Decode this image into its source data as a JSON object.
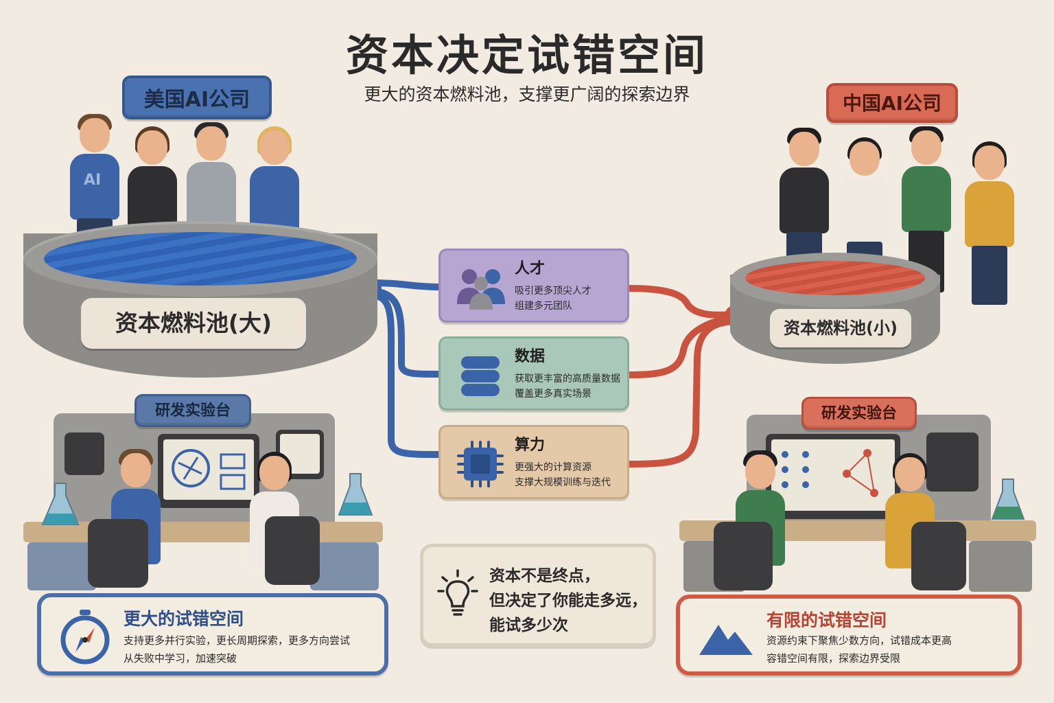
{
  "header": {
    "title": "资本决定试错空间",
    "subtitle": "更大的资本燃料池，支撑更广阔的探索边界"
  },
  "us": {
    "label": "美国AI公司",
    "pool_label": "资本燃料池(大)",
    "shirt_text": "AI",
    "lab_label": "研发实验台",
    "result_title": "更大的试错空间",
    "result_line1": "支持更多并行实验，更长周期探索，更多方向尝试",
    "result_line2": "从失败中学习，加速突破",
    "accent": "#4a6fab"
  },
  "cn": {
    "label": "中国AI公司",
    "pool_label": "资本燃料池(小)",
    "lab_label": "研发实验台",
    "result_title": "有限的试错空间",
    "result_line1": "资源约束下聚焦少数方向，试错成本更高",
    "result_line2": "容错空间有限，探索边界受限",
    "accent": "#cf5a46"
  },
  "resources": {
    "talent": {
      "title": "人才",
      "line1": "吸引更多顶尖人才",
      "line2": "组建多元团队"
    },
    "data": {
      "title": "数据",
      "line1": "获取更丰富的高质量数据",
      "line2": "覆盖更多真实场景"
    },
    "compute": {
      "title": "算力",
      "line1": "更强大的计算资源",
      "line2": "支撑大规模训练与迭代"
    }
  },
  "insight": {
    "line1": "资本不是终点，",
    "line2": "但决定了你能走多远，",
    "line3": "能试多少次"
  },
  "icons": {
    "talent": "people-group-icon",
    "data": "database-icon",
    "compute": "chip-icon",
    "insight": "lightbulb-icon",
    "us_result": "compass-icon",
    "cn_result": "mountain-icon"
  }
}
